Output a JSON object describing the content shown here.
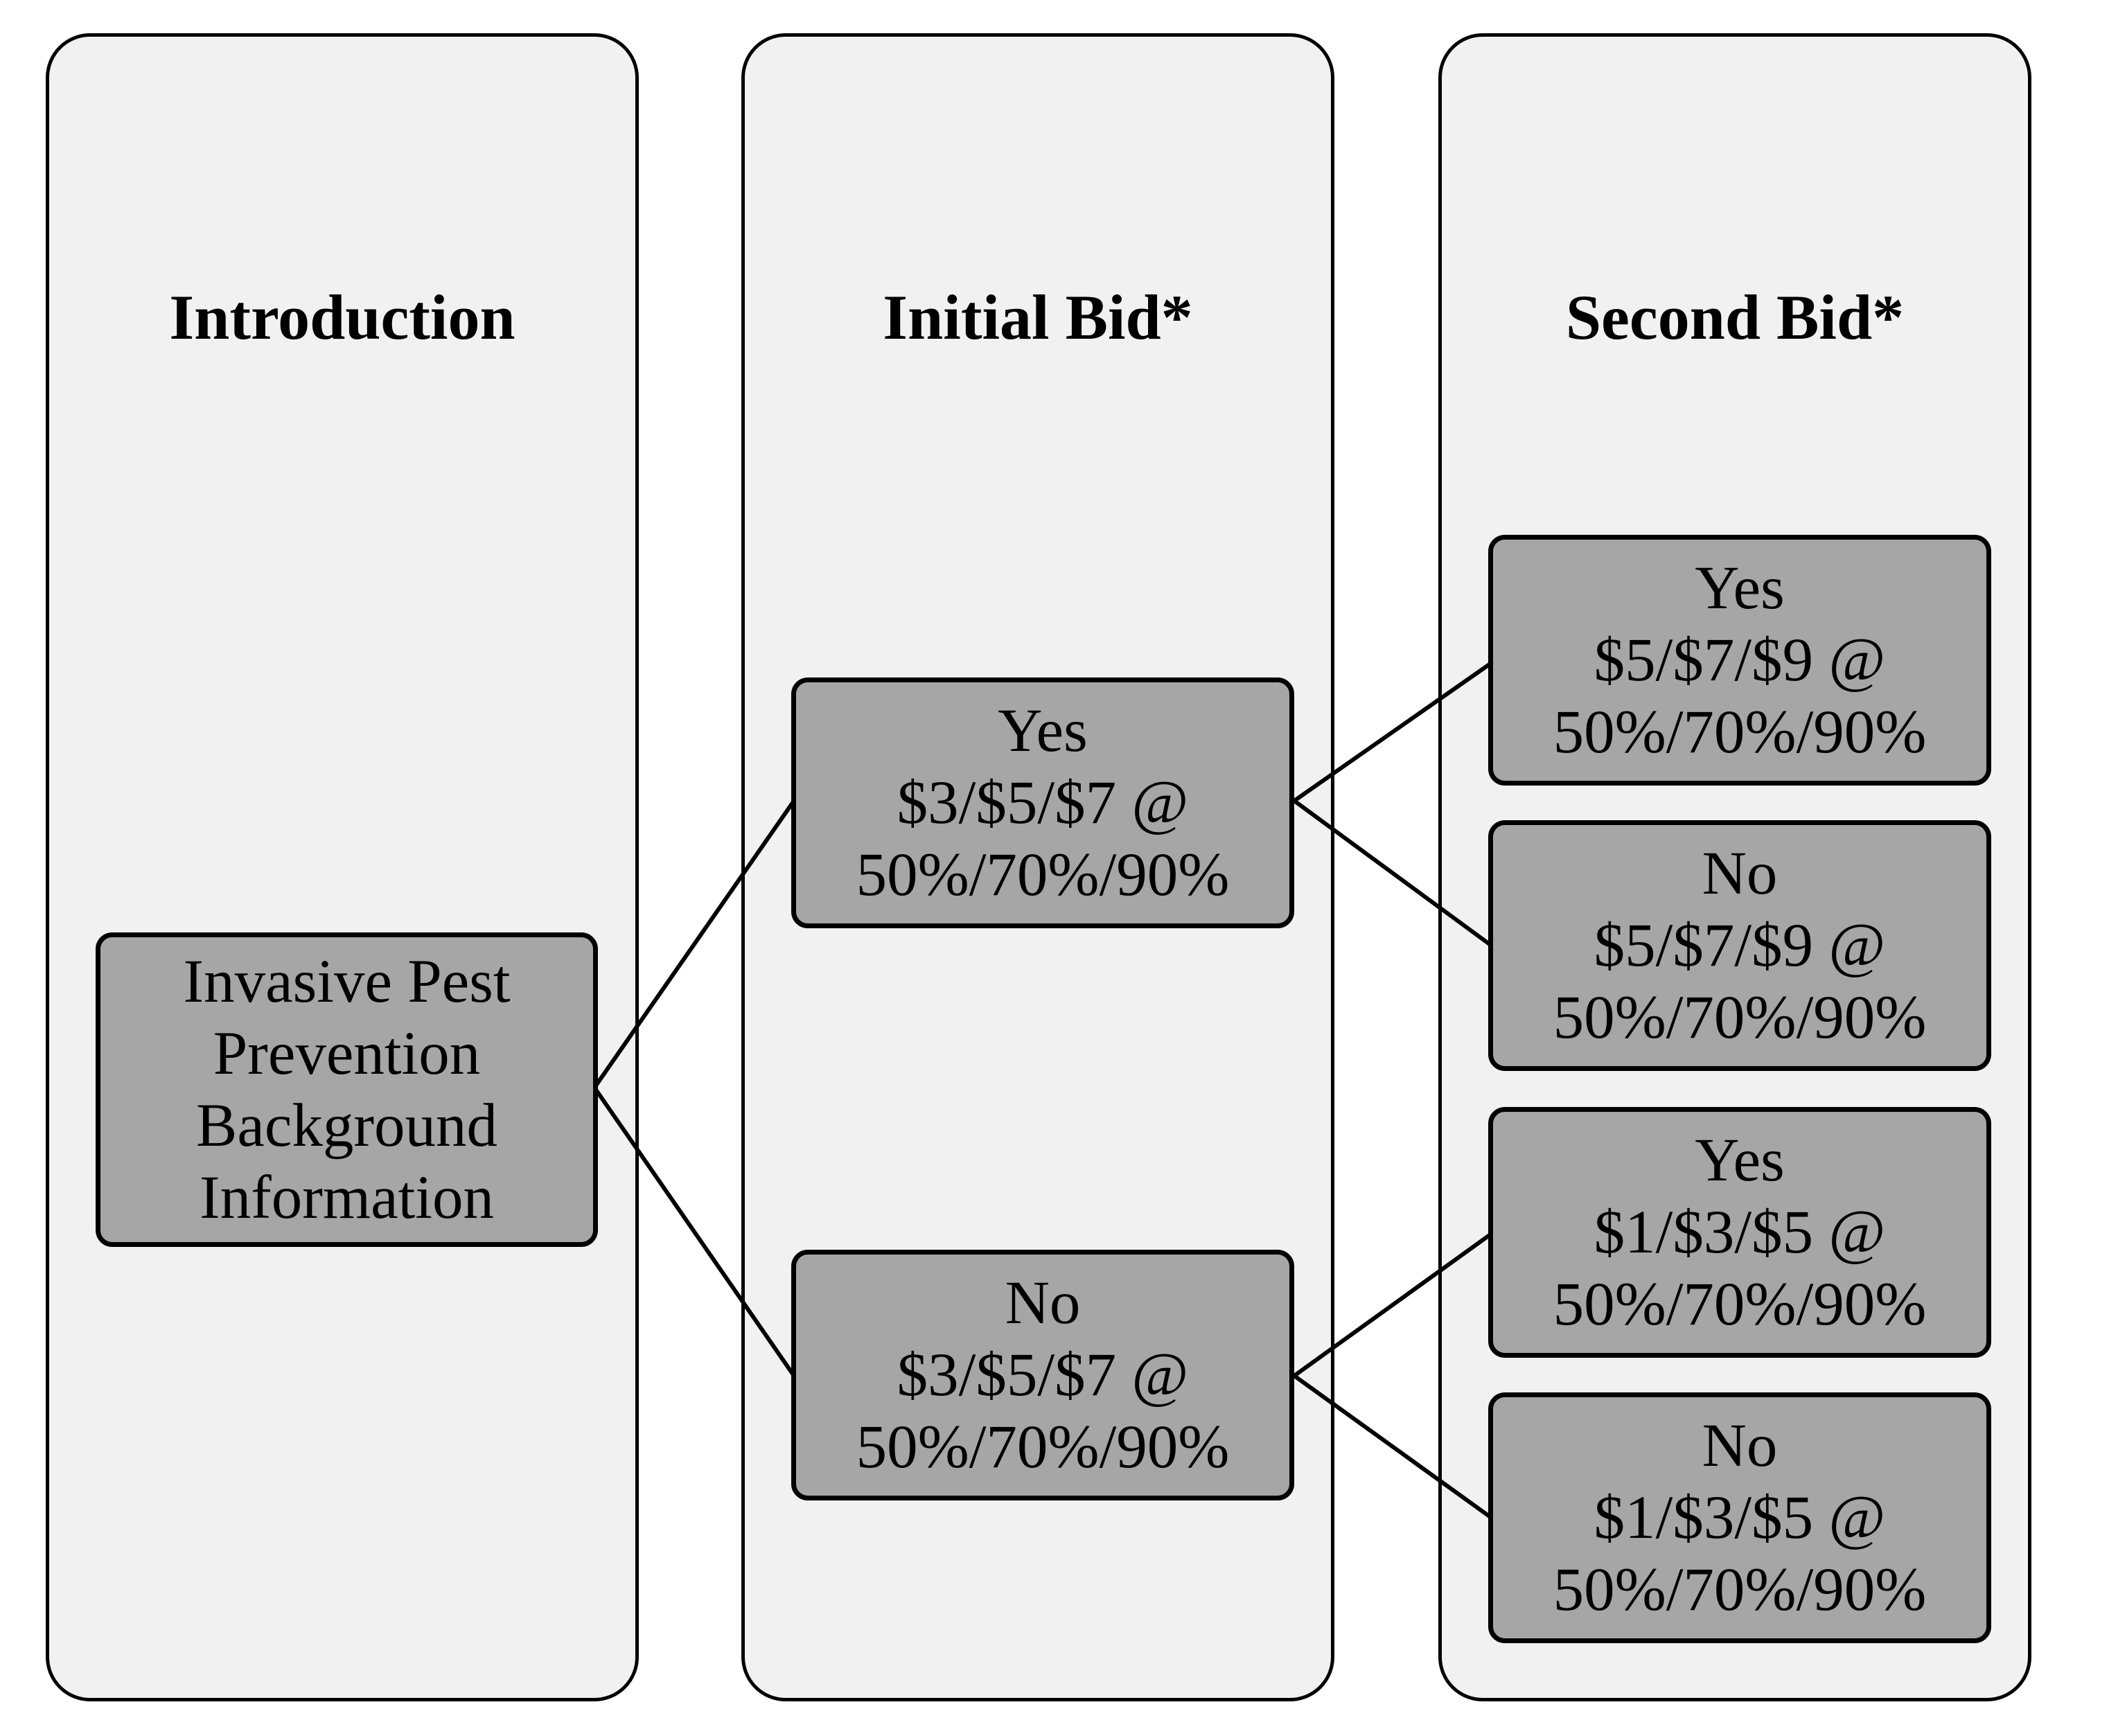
{
  "columns": {
    "introduction": {
      "title": "Introduction"
    },
    "initial_bid": {
      "title": "Initial Bid*"
    },
    "second_bid": {
      "title": "Second Bid*"
    }
  },
  "nodes": {
    "intro": {
      "lines": [
        "Invasive Pest",
        "Prevention",
        "Background",
        "Information"
      ]
    },
    "initial_yes": {
      "answer": "Yes",
      "bids": "$3/$5/$7 @",
      "probs": "50%/70%/90%"
    },
    "initial_no": {
      "answer": "No",
      "bids": "$3/$5/$7 @",
      "probs": "50%/70%/90%"
    },
    "second_yes_high": {
      "answer": "Yes",
      "bids": "$5/$7/$9 @",
      "probs": "50%/70%/90%"
    },
    "second_no_high": {
      "answer": "No",
      "bids": "$5/$7/$9 @",
      "probs": "50%/70%/90%"
    },
    "second_yes_low": {
      "answer": "Yes",
      "bids": "$1/$3/$5 @",
      "probs": "50%/70%/90%"
    },
    "second_no_low": {
      "answer": "No",
      "bids": "$1/$3/$5 @",
      "probs": "50%/70%/90%"
    }
  }
}
